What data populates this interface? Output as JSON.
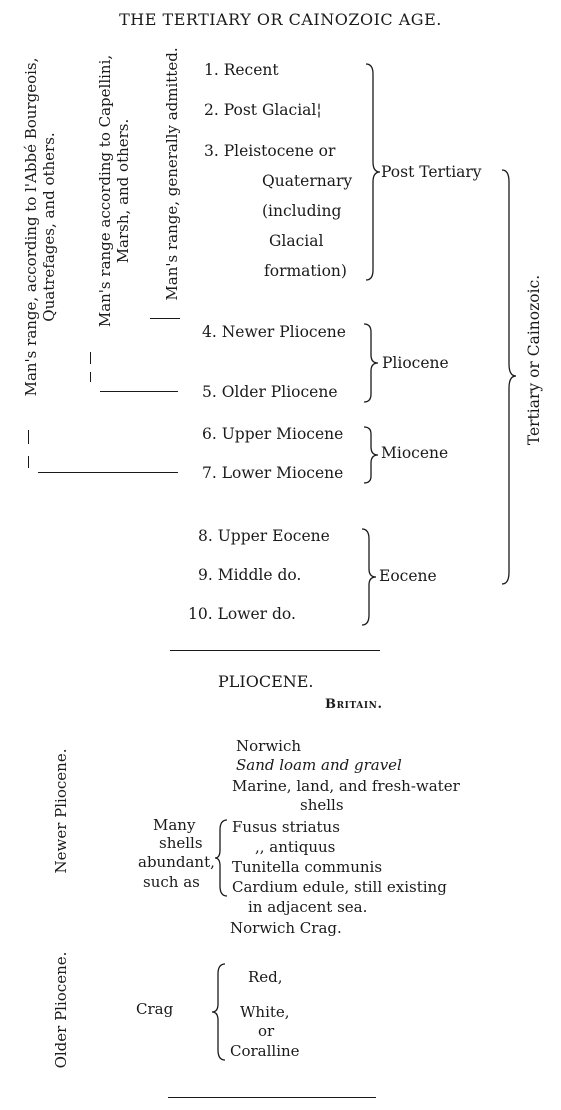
{
  "page_title": "THE TERTIARY OR CAINOZOIC AGE.",
  "man_ranges": [
    {
      "line1": "Man's range, according to l'Abbé Bourgeois,",
      "line2": "Quatrefages, and others."
    },
    {
      "line1": "Man's range according to Capellini,",
      "line2": "Marsh, and others."
    },
    {
      "line1": "Man's range, generally admitted."
    }
  ],
  "periods": [
    {
      "lines": [
        "1. Recent"
      ]
    },
    {
      "lines": [
        "2. Post Glacial¦"
      ]
    },
    {
      "lines": [
        "3. Pleistocene   or",
        "Quaternary",
        "(including",
        "Glacial",
        "formation)"
      ]
    },
    {
      "lines": [
        "4. Newer Pliocene"
      ]
    },
    {
      "lines": [
        "5. Older Pliocene"
      ]
    },
    {
      "lines": [
        "6. Upper Miocene"
      ]
    },
    {
      "lines": [
        "7. Lower Miocene"
      ]
    },
    {
      "lines": [
        "8. Upper Eocene"
      ]
    },
    {
      "lines": [
        "9. Middle   do."
      ]
    },
    {
      "lines": [
        "10. Lower    do."
      ]
    }
  ],
  "groups": {
    "post_tertiary": "Post Tertiary",
    "pliocene": "Pliocene",
    "miocene": "Miocene",
    "eocene": "Eocene",
    "tertiary": "Tertiary or Cainozoic."
  },
  "pliocene_section": {
    "heading": "PLIOCENE.",
    "region": "Britain.",
    "newer_label": "Newer Pliocene.",
    "older_label": "Older Pliocene.",
    "newer": {
      "place": "Norwich",
      "deposit": "Sand loam and gravel",
      "shells": [
        "Marine, land, and fresh-water",
        "shells"
      ],
      "many": [
        "Many",
        "shells",
        "abundant,",
        "such as"
      ],
      "species": [
        "Fusus striatus",
        ",,   antiquus",
        "Tunitella communis",
        "Cardium edule, still existing",
        "in adjacent sea."
      ],
      "crag_name": "Norwich Crag."
    },
    "older": {
      "crag_label": "Crag",
      "types": [
        "Red,",
        "White,",
        "or",
        "Coralline"
      ]
    }
  }
}
